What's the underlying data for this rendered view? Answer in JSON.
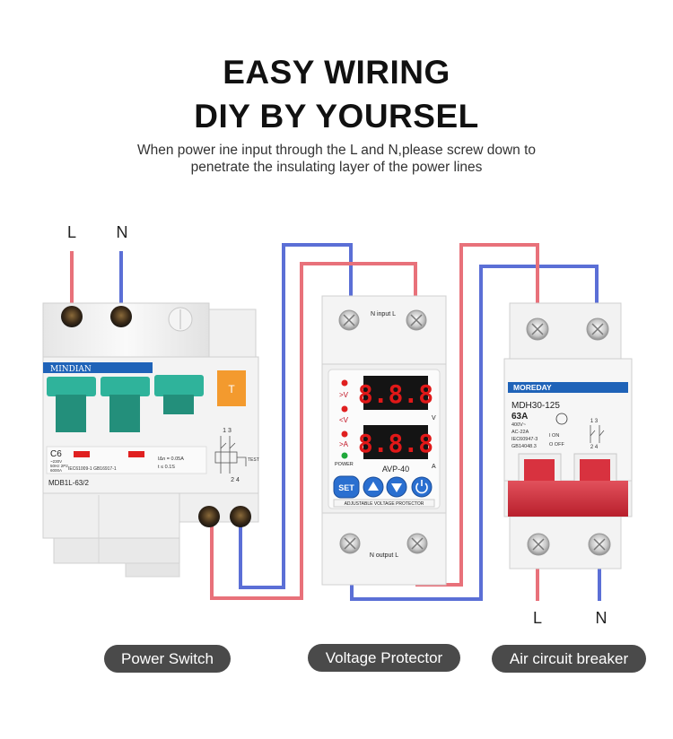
{
  "header": {
    "title_line1": "EASY WIRING",
    "title_line2": "DIY BY YOURSEL",
    "subtitle_line1": "When power ine input through the L and N,please screw down to",
    "subtitle_line2": "penetrate the insulating layer of the power lines"
  },
  "wire_labels": {
    "top_l": "L",
    "top_n": "N",
    "bottom_l": "L",
    "bottom_n": "N"
  },
  "power_switch": {
    "brand": "MINDIAN",
    "rating": "C6",
    "rating_sub1": "~230V",
    "rating_sub2": "50Hz 2P2",
    "rating_sub3": "6000A",
    "trip_current": "IΔn = 0.05A",
    "trip_time": "t ≤ 0.1S",
    "standard": "IEC61009-1  GB16917-1",
    "model": "MDB1L-63/2",
    "test_label": "TEST",
    "terminals_top": "1  3",
    "terminals_bottom": "2  4",
    "test_button_letter": "T"
  },
  "voltage_protector": {
    "input_label": "N input L",
    "output_label": "N output L",
    "ind_over_v": ">V",
    "ind_under_v": "<V",
    "ind_over_a": ">A",
    "ind_power": "POWER",
    "display_top": "8.8.8",
    "display_bottom": "8.8.8",
    "unit_v": "V",
    "unit_a": "A",
    "model": "AVP-40",
    "set_label": "SET",
    "footer": "ADJUSTABLE VOLTAGE PROTECTOR"
  },
  "air_breaker": {
    "brand": "MOREDAY",
    "model": "MDH30-125",
    "rating": "63A",
    "spec1": "400V~",
    "spec2": "AC-22A",
    "spec3": "IEC60947-3",
    "spec4": "GB14048.3",
    "on_label": "I ON",
    "off_label": "O OFF",
    "terminals_top": "1  3",
    "terminals_bottom": "2  4"
  },
  "labels": {
    "power_switch": "Power Switch",
    "voltage_protector": "Voltage Protector",
    "air_breaker": "Air circuit breaker"
  },
  "colors": {
    "wire_red": "#e8717a",
    "wire_blue": "#5b6fd6",
    "led_red": "#e02020",
    "led_green": "#1fa83a",
    "toggle_teal": "#2fb39b",
    "breaker_red": "#d8323f",
    "brand_blue": "#1f63b8",
    "test_orange": "#f39a2e"
  }
}
